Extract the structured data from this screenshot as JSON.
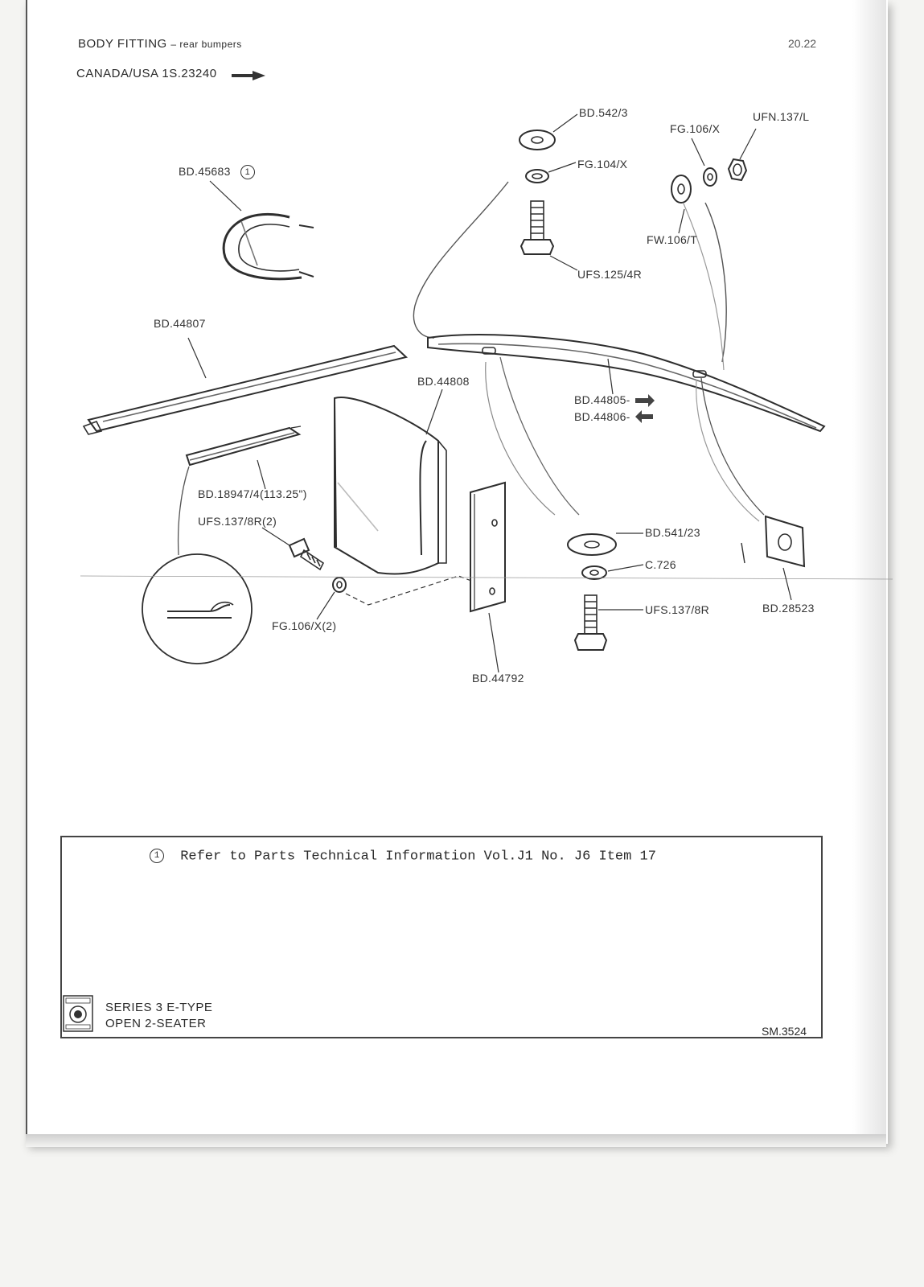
{
  "header": {
    "section_title": "BODY FITTING",
    "section_subtitle": "– rear bumpers",
    "market_line": "CANADA/USA  1S.23240",
    "page_number": "20.22"
  },
  "parts": {
    "bd_542_3": "BD.542/3",
    "fg_106_x": "FG.106/X",
    "ufn_137_l": "UFN.137/L",
    "bd_45683": "BD.45683",
    "bd_45683_ref": "1",
    "fg_104_x": "FG.104/X",
    "fw_106_t": "FW.106/T",
    "ufs_125_4r": "UFS.125/4R",
    "bd_44807": "BD.44807",
    "bd_44808": "BD.44808",
    "bd_44805": "BD.44805-",
    "bd_44806": "BD.44806-",
    "bd_18947_4": "BD.18947/4(113.25\")",
    "ufs_137_8r_2": "UFS.137/8R(2)",
    "fg_106_x_2": "FG.106/X(2)",
    "bd_541_23": "BD.541/23",
    "c_726": "C.726",
    "ufs_137_8r": "UFS.137/8R",
    "bd_28523": "BD.28523",
    "bd_44792": "BD.44792"
  },
  "notes": {
    "ref_number": "1",
    "text": "Refer to Parts Technical Information Vol.J1 No. J6 Item 17"
  },
  "footer": {
    "model_line1": "SERIES 3  E-TYPE",
    "model_line2": "OPEN 2-SEATER",
    "sheet_code": "SM.3524"
  },
  "icons": {
    "arrow_right": "right-arrow-icon",
    "arrow_left": "left-arrow-icon",
    "logo": "british-leyland-logo"
  }
}
